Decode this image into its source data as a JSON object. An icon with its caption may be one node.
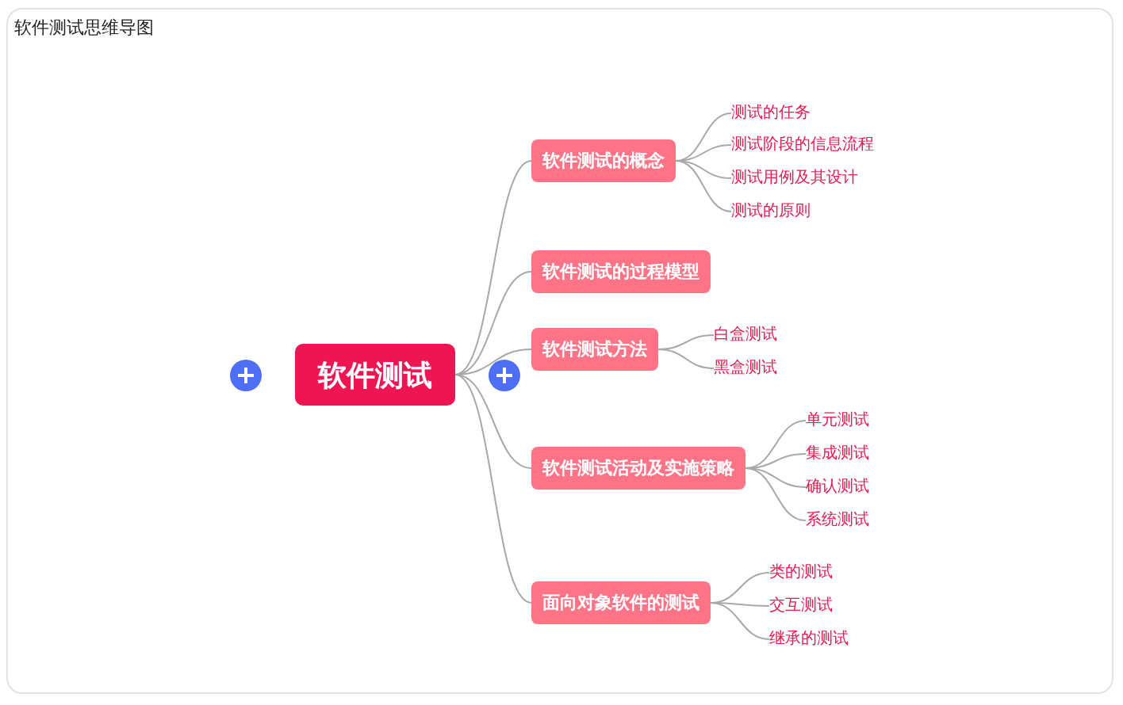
{
  "diagram": {
    "title": "软件测试思维导图",
    "nodes": [
      {
        "text": [
          "软件测试"
        ]
      },
      {
        "text": [
          "软件测试的概念"
        ]
      },
      {
        "text": [
          "测试的任务"
        ]
      },
      {
        "text": [
          "测试阶段的信息流程"
        ]
      },
      {
        "text": [
          "测试用例及其设计"
        ]
      },
      {
        "text": [
          "测试的原则"
        ]
      },
      {
        "text": [
          "软件测试的过程模型"
        ]
      },
      {
        "text": [
          "软件测试方法"
        ]
      },
      {
        "text": [
          "白盒测试"
        ]
      },
      {
        "text": [
          "黑盒测试"
        ]
      },
      {
        "text": [
          "软件测试活动及实施策略"
        ]
      },
      {
        "text": [
          "单元测试"
        ]
      },
      {
        "text": [
          "集成测试"
        ]
      },
      {
        "text": [
          "确认测试"
        ]
      },
      {
        "text": [
          "系统测试"
        ]
      },
      {
        "text": [
          "面向对象软件的测试"
        ]
      },
      {
        "text": [
          "类的测试"
        ]
      },
      {
        "text": [
          "交互测试"
        ]
      },
      {
        "text": [
          "继承的测试"
        ]
      }
    ],
    "edges": [
      {
        "from": 0,
        "to": 1,
        "arrow": "none"
      },
      {
        "from": 0,
        "to": 6,
        "arrow": "none"
      },
      {
        "from": 0,
        "to": 7,
        "arrow": "none"
      },
      {
        "from": 0,
        "to": 10,
        "arrow": "none"
      },
      {
        "from": 0,
        "to": 15,
        "arrow": "none"
      },
      {
        "from": 1,
        "to": 2,
        "arrow": "none"
      },
      {
        "from": 1,
        "to": 3,
        "arrow": "none"
      },
      {
        "from": 1,
        "to": 4,
        "arrow": "none"
      },
      {
        "from": 1,
        "to": 5,
        "arrow": "none"
      },
      {
        "from": 7,
        "to": 8,
        "arrow": "none"
      },
      {
        "from": 7,
        "to": 9,
        "arrow": "none"
      },
      {
        "from": 10,
        "to": 11,
        "arrow": "none"
      },
      {
        "from": 10,
        "to": 12,
        "arrow": "none"
      },
      {
        "from": 10,
        "to": 13,
        "arrow": "none"
      },
      {
        "from": 10,
        "to": 14,
        "arrow": "none"
      },
      {
        "from": 15,
        "to": 16,
        "arrow": "none"
      },
      {
        "from": 15,
        "to": 17,
        "arrow": "none"
      },
      {
        "from": 15,
        "to": 18,
        "arrow": "none"
      }
    ]
  }
}
